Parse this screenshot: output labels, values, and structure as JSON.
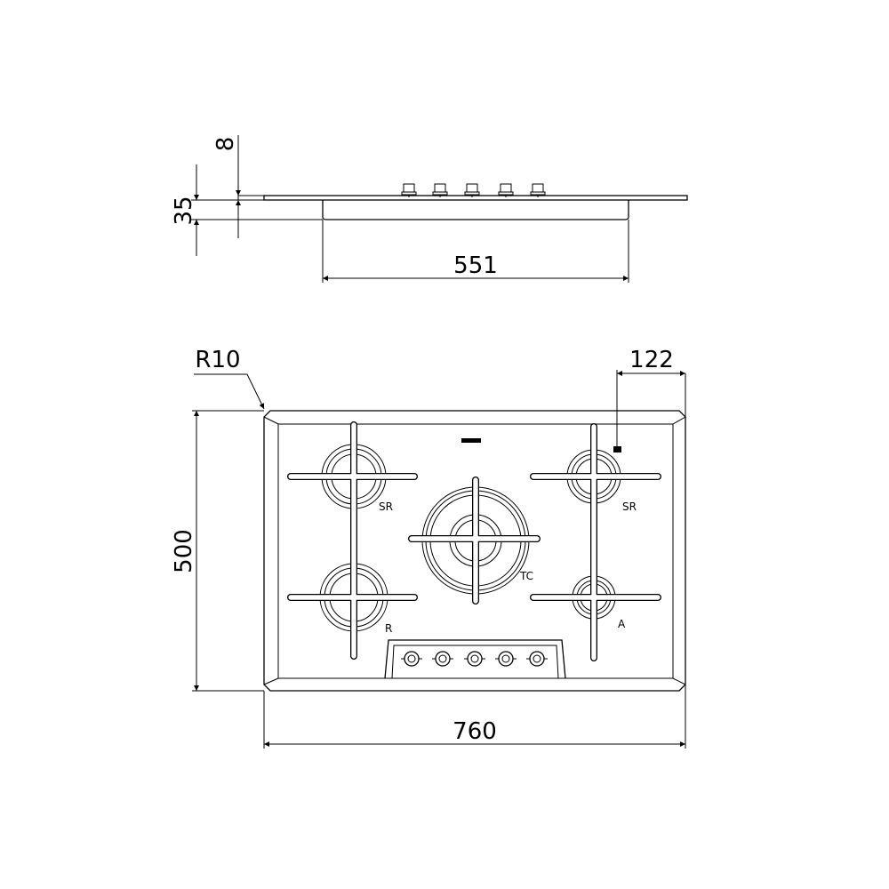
{
  "side_view": {
    "dimensions": {
      "glass_thickness": "8",
      "height": "35",
      "tray_width": "551"
    },
    "knob_count": 5
  },
  "top_view": {
    "dimensions": {
      "radius": "R10",
      "offset_right": "122",
      "depth": "500",
      "width": "760"
    },
    "burners": [
      {
        "label": "SR"
      },
      {
        "label": "R"
      },
      {
        "label": "TC"
      },
      {
        "label": "SR"
      },
      {
        "label": "A"
      }
    ],
    "logo_icon": "brand-logo",
    "knob_count": 5
  },
  "colors": {
    "line": "#000000",
    "background": "#ffffff"
  }
}
